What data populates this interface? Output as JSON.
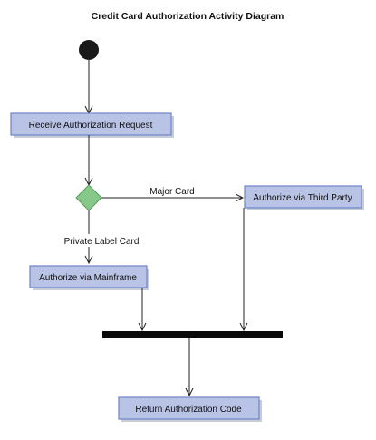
{
  "title": "Credit Card Authorization Activity Diagram",
  "nodes": {
    "receive": "Receive Authorization Request",
    "third_party": "Authorize via Third Party",
    "mainframe": "Authorize via Mainframe",
    "return_code": "Return Authorization Code"
  },
  "edges": {
    "major_card": "Major Card",
    "private_label": "Private Label Card"
  },
  "colors": {
    "action_fill": "#b9c3e6",
    "action_border": "#6f82c7",
    "decision_fill": "#86c78a",
    "start": "#1a1a1a",
    "join_bar": "#0a0a0a"
  }
}
